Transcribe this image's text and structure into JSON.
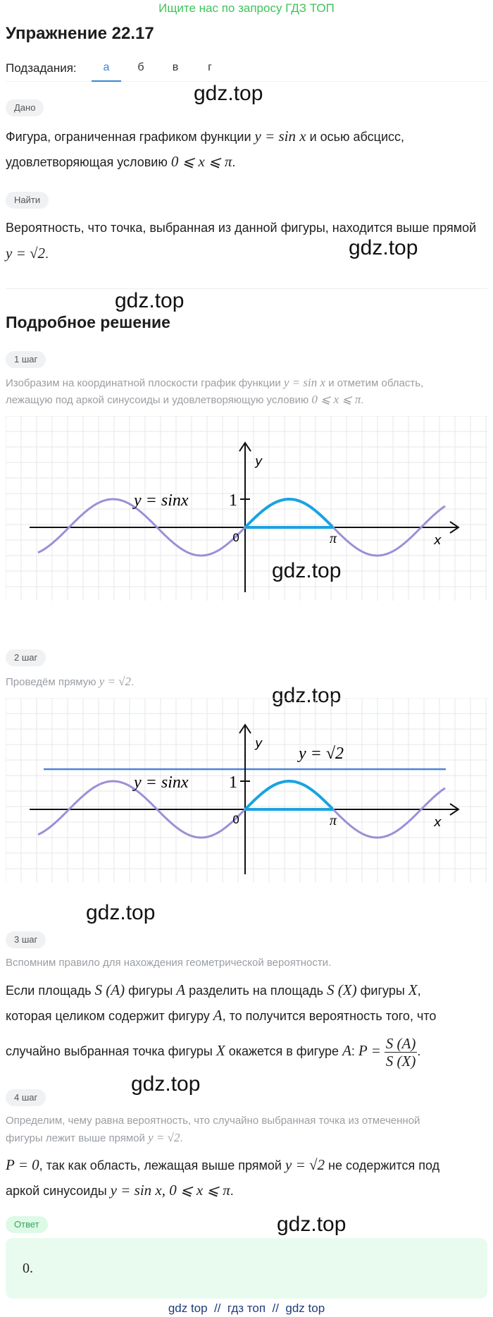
{
  "banner": "Ищите нас по запросу ГДЗ ТОП",
  "exercise_title": "Упражнение 22.17",
  "subtasks": {
    "label": "Подзадания:",
    "tabs": [
      "а",
      "б",
      "в",
      "г"
    ],
    "active": "а"
  },
  "watermark": "gdz.top",
  "given": {
    "pill": "Дано",
    "line1_pre": "Фигура, ограниченная графиком функции ",
    "line1_math": "y = sin x",
    "line1_post": " и осью абсцисс,",
    "line2_pre": "удовлетворяющая условию ",
    "line2_math": "0 ⩽ x ⩽ π",
    "line2_post": "."
  },
  "find": {
    "pill": "Найти",
    "line1": "Вероятность, что точка, выбранная из данной фигуры, находится выше прямой",
    "line2_math": "y = √2",
    "line2_post": "."
  },
  "solution_title": "Подробное решение",
  "steps": [
    {
      "pill": "1 шаг",
      "text_a": "Изобразим на координатной плоскости график функции ",
      "math_a": "y = sin x",
      "text_b": " и отметим область,",
      "text_c": "лежащую под аркой синусоиды и удовлетворяющую условию ",
      "math_c": "0 ⩽ x ⩽ π",
      "text_d": "."
    },
    {
      "pill": "2 шаг",
      "text_a": "Проведём прямую ",
      "math_a": "y = √2",
      "text_b": "."
    },
    {
      "pill": "3 шаг",
      "intro": "Вспомним правило для нахождения геометрической вероятности.",
      "l1_a": "Если площадь ",
      "l1_m1": "S (A)",
      "l1_b": " фигуры ",
      "l1_m2": "A",
      "l1_c": " разделить на площадь ",
      "l1_m3": "S (X)",
      "l1_d": " фигуры ",
      "l1_m4": "X",
      "l1_e": ",",
      "l2_a": "которая целиком содержит фигуру ",
      "l2_m": "A",
      "l2_b": ", то получится вероятность того, что",
      "l3_a": "случайно выбранная точка фигуры ",
      "l3_m1": "X",
      "l3_b": " окажется в фигуре ",
      "l3_m2": "A",
      "l3_c": ": ",
      "l3_m3": "P =",
      "frac_num": "S (A)",
      "frac_den": "S (X)",
      "l3_d": "."
    },
    {
      "pill": "4 шаг",
      "intro_a": "Определим, чему равна вероятность, что случайно выбранная точка из отмеченной",
      "intro_b": "фигуры лежит выше прямой ",
      "intro_m": "y = √2",
      "intro_c": ".",
      "l1_m1": "P = 0",
      "l1_a": ", так как область, лежащая выше прямой ",
      "l1_m2": "y = √2",
      "l1_b": " не содержится под",
      "l2_a": "аркой синусоиды ",
      "l2_m": "y = sin x, 0 ⩽ x ⩽ π",
      "l2_b": "."
    }
  ],
  "graph1": {
    "y_axis": "y",
    "x_axis": "x",
    "origin": "0",
    "one": "1",
    "pi": "π",
    "curve_label": "y = sinx",
    "colors": {
      "sine": "#9b8fd6",
      "region": "#1aa3e0",
      "grid": "#e6e7ea",
      "axis": "#111111"
    }
  },
  "graph2": {
    "y_axis": "y",
    "x_axis": "x",
    "origin": "0",
    "one": "1",
    "pi": "π",
    "curve_label": "y = sinx",
    "line_label": "y = √2",
    "colors": {
      "sine": "#9b8fd6",
      "region": "#1aa3e0",
      "line": "#4a86d8",
      "grid": "#e6e7ea",
      "axis": "#111111"
    }
  },
  "answer": {
    "pill": "Ответ",
    "value": "0."
  },
  "footer": "gdz top  //  гдз топ  //  gdz top"
}
